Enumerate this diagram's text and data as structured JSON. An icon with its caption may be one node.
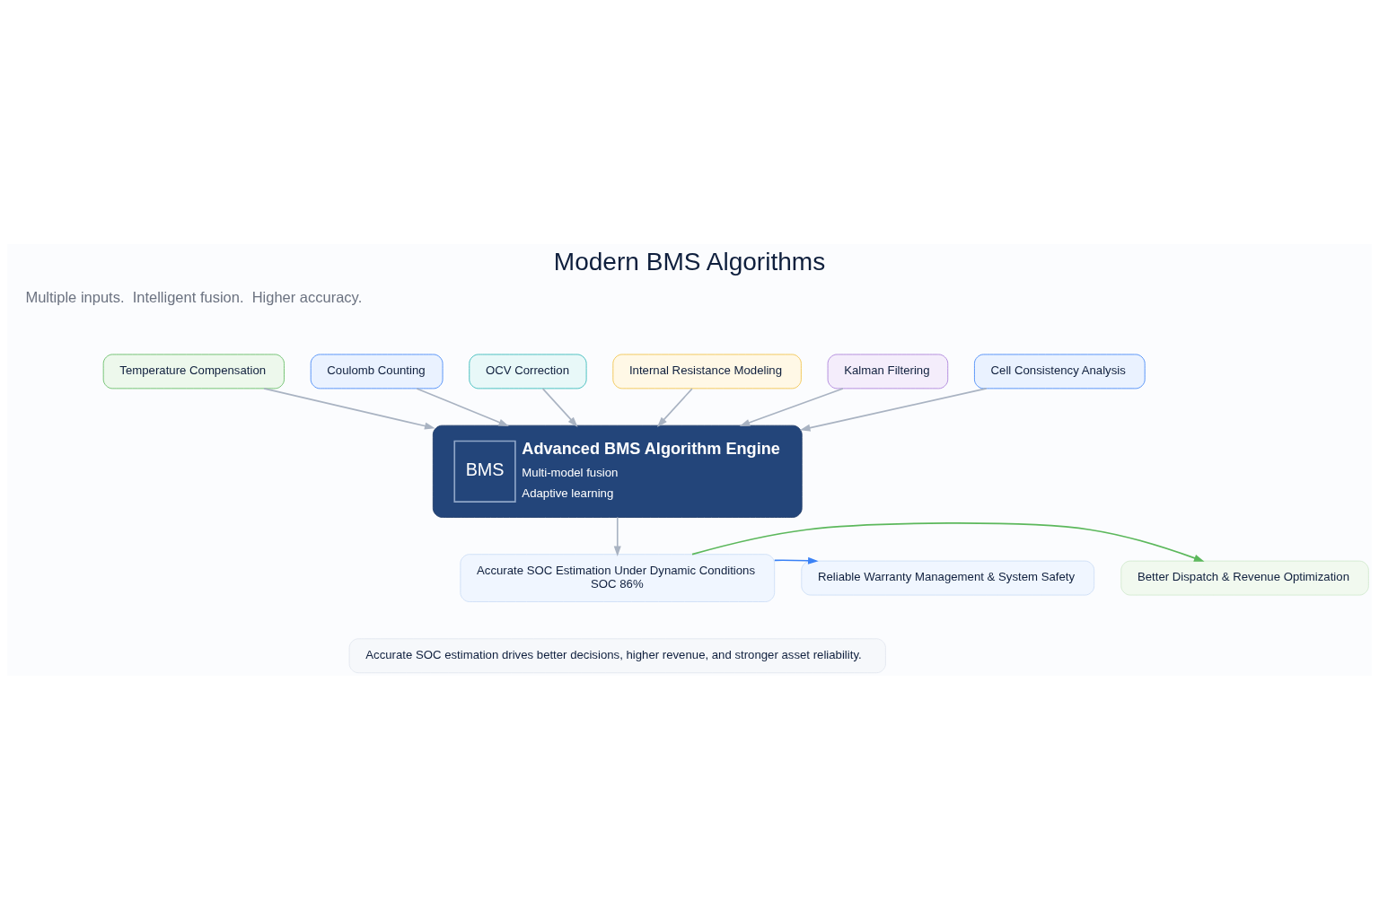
{
  "diagram": {
    "title": "Modern BMS Algorithms",
    "nodes": [
      {
        "text": [
          "Coulomb Counting"
        ]
      },
      {
        "text": [
          "OCV Correction"
        ]
      },
      {
        "text": [
          "Temperature Compensation"
        ]
      },
      {
        "text": [
          "Internal Resistance Modeling"
        ]
      },
      {
        "text": [
          "Kalman Filtering"
        ]
      },
      {
        "text": [
          "Cell Consistency Analysis"
        ]
      },
      {
        "text": [
          "BMS",
          "Advanced BMS Algorithm Engine",
          "Multi-model fusion",
          "Adaptive learning"
        ]
      },
      {
        "text": [
          "Accurate SOC Estimation Under Dynamic Conditions",
          "SOC 86%"
        ]
      },
      {
        "text": [
          "Better Dispatch & Revenue Optimization"
        ]
      },
      {
        "text": [
          "Reliable Warranty Management & System Safety"
        ]
      },
      {
        "text": [
          "Accurate SOC estimation drives better decisions, higher revenue, and stronger asset reliability."
        ]
      }
    ],
    "edges": [
      {
        "from": 0,
        "to": 6,
        "arrow": "to"
      },
      {
        "from": 1,
        "to": 6,
        "arrow": "to"
      },
      {
        "from": 2,
        "to": 6,
        "arrow": "to"
      },
      {
        "from": 3,
        "to": 6,
        "arrow": "to"
      },
      {
        "from": 4,
        "to": 6,
        "arrow": "to"
      },
      {
        "from": 5,
        "to": 6,
        "arrow": "to"
      },
      {
        "from": 6,
        "to": 7,
        "arrow": "to"
      },
      {
        "from": 7,
        "to": 8,
        "arrow": "to",
        "color": "#5cb85c"
      },
      {
        "from": 7,
        "to": 9,
        "arrow": "to",
        "color": "#3b82f6"
      }
    ],
    "labels": [
      "Multiple inputs.  Intelligent fusion.  Higher accuracy."
    ]
  }
}
